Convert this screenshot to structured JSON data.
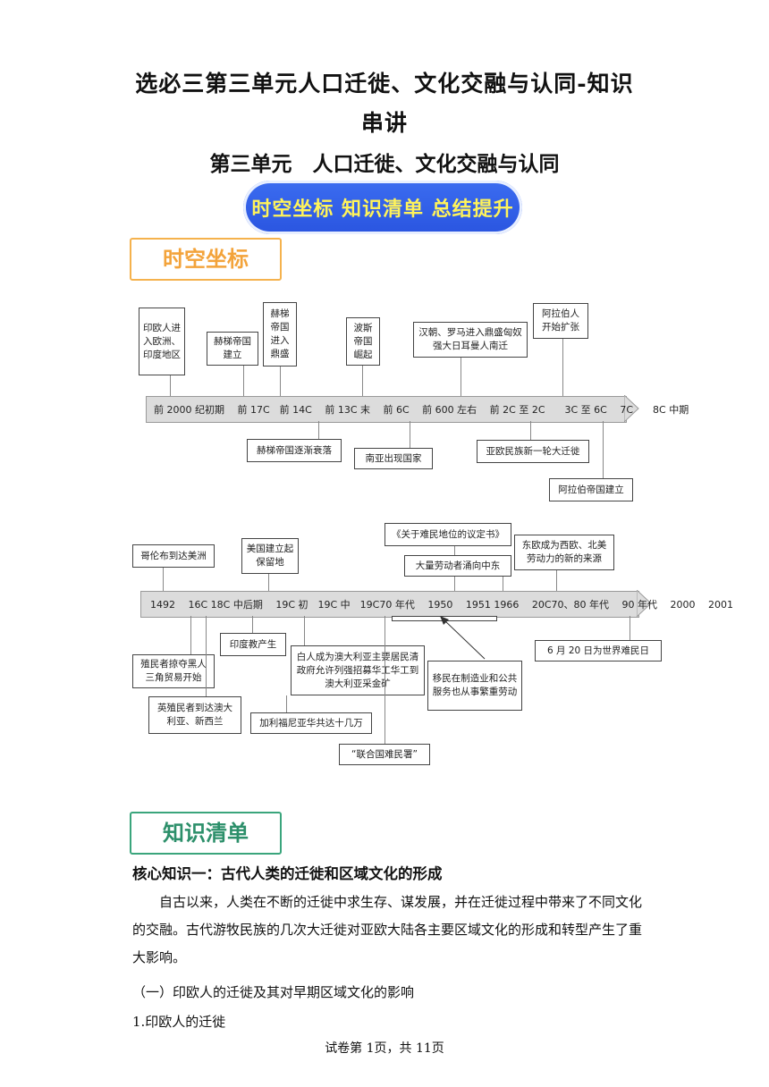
{
  "doc": {
    "title_line1": "选必三第三单元人口迁徙、文化交融与认同-知识",
    "title_line2": "串讲",
    "subtitle": "第三单元　人口迁徙、文化交融与认同",
    "pill_text": "时空坐标  知识清单  总结提升",
    "banner_timeline": "时空坐标",
    "banner_knowledge": "知识清单"
  },
  "timeline1": {
    "axis": "前 2000 纪初期　 前 17C　前 14C　 前 13C 末　 前 6C　 前 600 左右　 前 2C 至 2C　　3C 至 6C　 7C　　8C 中期",
    "top_boxes": [
      "印欧人进入欧洲、印度地区",
      "赫梯帝国建立",
      "赫梯帝国进入鼎盛",
      "波斯帝国崛起",
      "汉朝、罗马进入鼎盛匈奴强大日耳曼人南迁",
      "阿拉伯人开始扩张"
    ],
    "bottom_boxes": [
      "赫梯帝国逐渐衰落",
      "南亚出现国家",
      "亚欧民族新一轮大迁徙",
      "阿拉伯帝国建立"
    ]
  },
  "timeline2": {
    "axis": "1492　 16C 18C 中后期　 19C 初　19C 中　19C70 年代　 1950　 1951 1966　 20C70、80 年代　 90 年代　 2000　 2001",
    "top_boxes": [
      "哥伦布到达美洲",
      "美国建立起保留地",
      "《关于难民地位的议定书》",
      "大量劳动者涌向中东",
      "东欧成为西欧、北美劳动力的新的来源"
    ],
    "bottom_boxes": [
      "殖民者掠夺黑人三角贸易开始",
      "英殖民者到达澳大利亚、新西兰",
      "印度教产生",
      "白人成为澳大利亚主要居民清政府允许列强招募华工华工到澳大利亚采金矿",
      "加利福尼亚华共达十几万",
      "“联合国难民署”",
      "移民在制造业和公共服务也从事繁重劳动",
      "6 月 20 日为世界难民日"
    ]
  },
  "content": {
    "heading": "核心知识一：古代人类的迁徙和区域文化的形成",
    "paragraph": "自古以来，人类在不断的迁徙中求生存、谋发展，并在迁徙过程中带来了不同文化的交融。古代游牧民族的几次大迁徙对亚欧大陆各主要区域文化的形成和转型产生了重大影响。",
    "section": "（一）印欧人的迁徙及其对早期区域文化的影响",
    "item": "1.印欧人的迁徙",
    "footer": "试卷第 1页，共 11页"
  }
}
